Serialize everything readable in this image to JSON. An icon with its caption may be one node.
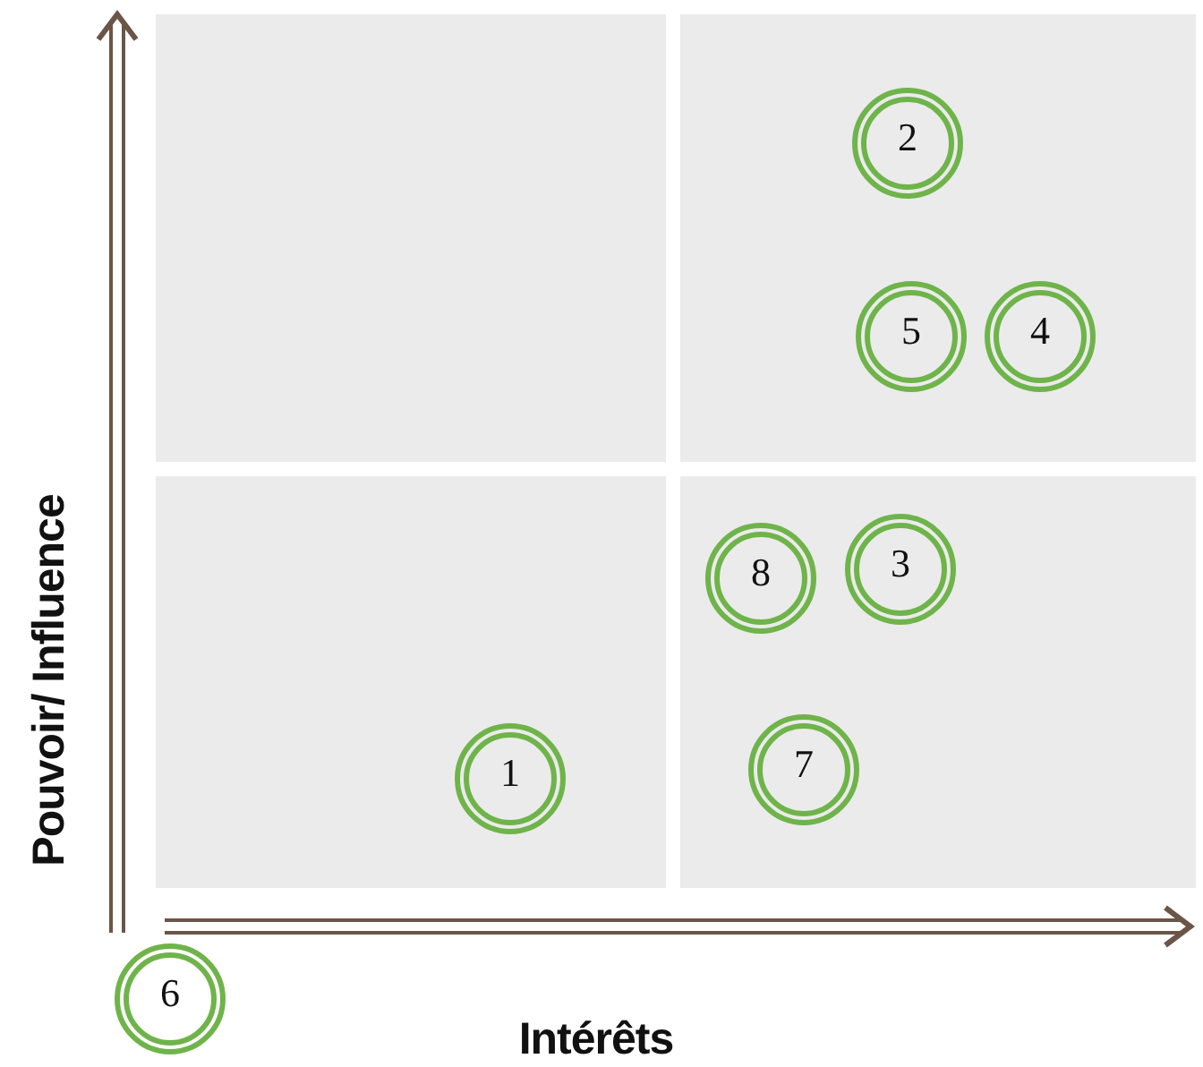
{
  "diagram": {
    "nodes": [
      {
        "text": [
          "2"
        ]
      },
      {
        "text": [
          "5"
        ]
      },
      {
        "text": [
          "4"
        ]
      },
      {
        "text": [
          "8"
        ]
      },
      {
        "text": [
          "3"
        ]
      },
      {
        "text": [
          "1"
        ]
      },
      {
        "text": [
          "7"
        ]
      },
      {
        "text": [
          "6"
        ]
      }
    ],
    "edges": [],
    "labels": [
      "Pouvoir/ Influence",
      "Intérêts"
    ]
  }
}
